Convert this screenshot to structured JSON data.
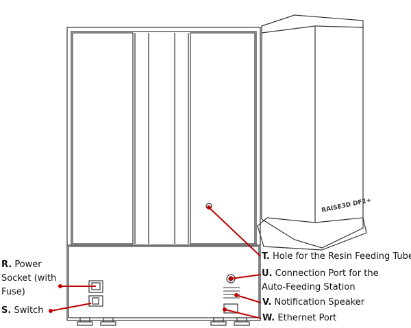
{
  "logo_text": "RAISE3D DF2+",
  "line_color": "#c00000",
  "labels": {
    "r": {
      "letter": "R.",
      "text": "Power Socket (with Fuse)"
    },
    "s": {
      "letter": "S.",
      "text": "Switch"
    },
    "t": {
      "letter": "T.",
      "text": "Hole for the Resin Feeding Tube"
    },
    "u": {
      "letter": "U.",
      "text": "Connection Port for the Auto-Feeding Station"
    },
    "v": {
      "letter": "V.",
      "text": "Notification Speaker"
    },
    "w": {
      "letter": "W.",
      "text": "Ethernet Port"
    }
  }
}
